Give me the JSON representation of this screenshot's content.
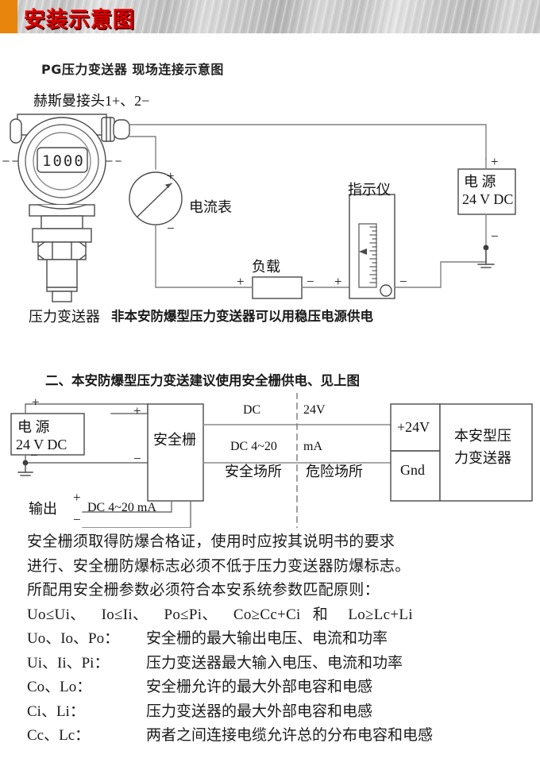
{
  "header": {
    "title": "安装示意图",
    "accent_color": "#e8850c",
    "title_color": "#d60000"
  },
  "section1": {
    "subtitle": "PG压力变送器 现场连接示意图",
    "connector_label": "赫斯曼接头1+、2−",
    "transmitter_label": "压力变送器",
    "lcd_value": "1000",
    "ammeter_label": "电流表",
    "ammeter_plus": "+",
    "ammeter_minus": "−",
    "load_label": "负载",
    "load_plus": "+",
    "load_minus": "−",
    "indicator_label": "指示仪",
    "indicator_plus": "+",
    "indicator_minus": "−",
    "power_line1": "电    源",
    "power_line2": "24 V DC",
    "power_plus": "+",
    "power_minus": "−",
    "caption": "非本安防爆型压力变送器可以用稳压电源供电"
  },
  "section2": {
    "title": "二、本安防爆型压力变送建议使用安全栅供电、见上图",
    "power_line1": "电    源",
    "power_line2": "24 V DC",
    "power_plus": "+",
    "power_minus": "−",
    "barrier_label": "安全栅",
    "barrier_plus": "+",
    "barrier_minus": "−",
    "output_label": "输出",
    "output_plus": "+",
    "output_minus": "−",
    "output_value": "DC 4~20  mA",
    "wire_top_left": "DC",
    "wire_top_right": "24V",
    "wire_bottom_left": "DC 4~20",
    "wire_bottom_right": "mA",
    "zone_safe": "安全场所",
    "zone_hazard": "危险场所",
    "terminal_top": "+24V",
    "terminal_bottom": "Gnd",
    "device_line1": "本安型压",
    "device_line2": "力变送器"
  },
  "notes": {
    "paragraph": [
      "安全栅须取得防爆合格证，使用时应按其说明书的要求",
      "进行、安全栅防爆标志必须不低于压力变送器防爆标志。",
      "所配用安全栅参数必须符合本安系统参数匹配原则："
    ],
    "formula": "Uo≤Ui、    Io≤Ii、    Po≤Pi、    Co≥Cc+Ci   和     Lo≥Lc+Li",
    "definitions": [
      {
        "term": "Uo、Io、Po：",
        "desc": "安全栅的最大输出电压、电流和功率"
      },
      {
        "term": "Ui、Ii、Pi：",
        "desc": "压力变送器最大输入电压、电流和功率"
      },
      {
        "term": "Co、Lo：",
        "desc": "安全栅允许的最大外部电容和电感"
      },
      {
        "term": "Ci、Li：",
        "desc": "压力变送器的最大外部电容和电感"
      },
      {
        "term": "Cc、Lc：",
        "desc": "两者之间连接电缆允许总的分布电容和电感"
      }
    ]
  }
}
